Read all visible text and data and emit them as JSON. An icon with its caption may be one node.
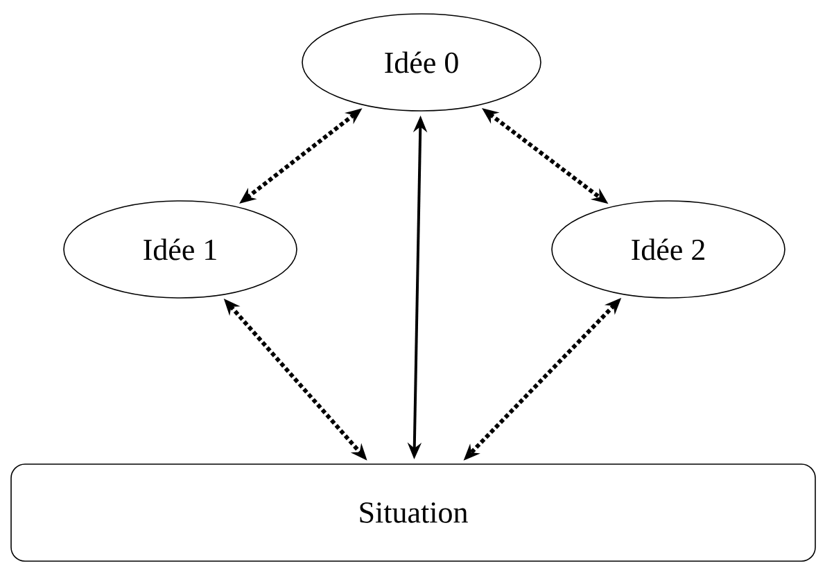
{
  "diagram": {
    "nodes": [
      {
        "text": [
          "Idée 0"
        ]
      },
      {
        "text": [
          "Idée 1"
        ]
      },
      {
        "text": [
          "Idée 2"
        ]
      },
      {
        "text": [
          "Situation"
        ]
      }
    ],
    "edges": [
      {
        "from": 0,
        "to": 1,
        "arrow": "both",
        "style": "dashed"
      },
      {
        "from": 0,
        "to": 2,
        "arrow": "both",
        "style": "dashed"
      },
      {
        "from": 0,
        "to": 3,
        "arrow": "both"
      },
      {
        "from": 1,
        "to": 3,
        "arrow": "both",
        "style": "dashed"
      },
      {
        "from": 2,
        "to": 3,
        "arrow": "both",
        "style": "dashed"
      }
    ]
  }
}
